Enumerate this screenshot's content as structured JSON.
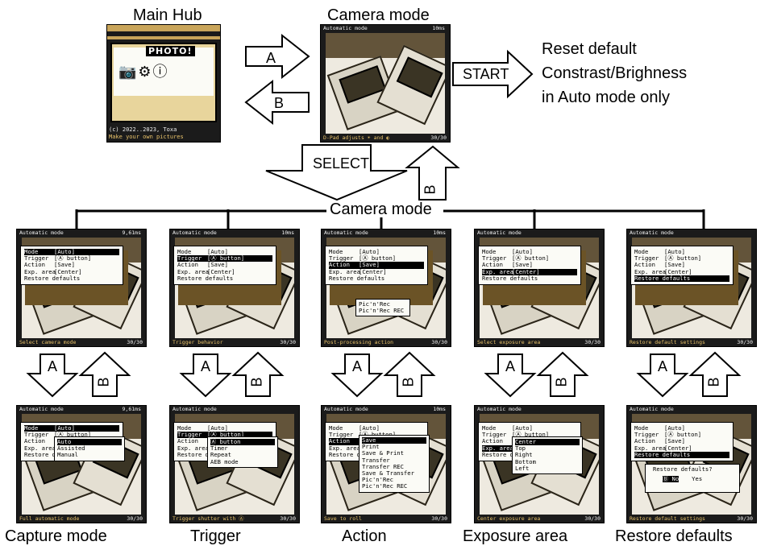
{
  "hub": {
    "title": "Main Hub",
    "logo": "PHOTO!",
    "footer_copyright": "(c) 2022..2023, Toxa",
    "footer_tagline": "Make your own pictures"
  },
  "camera": {
    "title": "Camera mode",
    "top_left": "Automatic mode",
    "top_right": "10ms",
    "bottom_left": "D-Pad adjusts ☀ and ◐",
    "bottom_right": "30/30"
  },
  "arrows": {
    "a": "A",
    "b": "B",
    "start": "START",
    "select": "SELECT"
  },
  "reset_note": [
    "Reset default",
    "Constrast/Brighness",
    "in Auto mode only"
  ],
  "camera_mode_label": "Camera mode",
  "menu": {
    "labels": [
      "Mode",
      "Trigger",
      "Action",
      "Exp. area",
      "Restore defaults"
    ],
    "values": [
      "[Auto]",
      "[Ⓐ button]",
      "[Save]",
      "[Center]",
      ""
    ]
  },
  "columns": [
    {
      "caption": "Capture mode",
      "top_right": "9,61ms",
      "hint": "Select camera mode",
      "count": "30/30",
      "sub_top_right": "9,61ms",
      "sub_hint": "Full automatic mode",
      "options": [
        "Auto",
        "Assisted",
        "Manual"
      ],
      "selected": 0
    },
    {
      "caption": "Trigger",
      "top_right": "10ms",
      "hint": "Trigger behavior",
      "count": "30/30",
      "sub_top_right": "",
      "sub_hint": "Trigger shutter with Ⓐ",
      "options": [
        "Ⓐ button",
        "Timer",
        "Repeat",
        "AEB mode"
      ],
      "selected": 0
    },
    {
      "caption": "Action",
      "top_right": "10ms",
      "hint": "Post-processing action",
      "count": "30/30",
      "sub_top_right": "10ms",
      "sub_hint": "Save to roll",
      "extra_lines": [
        "Pic'n'Rec",
        "Pic'n'Rec REC"
      ],
      "options": [
        "Save",
        "Print",
        "Save & Print",
        "Transfer",
        "Transfer REC",
        "Save & Transfer",
        "Pic'n'Rec",
        "Pic'n'Rec REC"
      ],
      "selected": 0
    },
    {
      "caption": "Exposure area",
      "top_right": "",
      "hint": "Select exposure area",
      "count": "30/30",
      "sub_top_right": "",
      "sub_hint": "Center exposure area",
      "options": [
        "Center",
        "Top",
        "Right",
        "Bottom",
        "Left"
      ],
      "selected": 0
    },
    {
      "caption": "Restore defaults",
      "top_right": "",
      "hint": "Restore default settings",
      "count": "30/30",
      "sub_top_right": "",
      "sub_hint": "Restore default settings",
      "dialog_question": "Restore defaults?",
      "dialog_no": "Ⓑ No",
      "dialog_yes": "Yes"
    }
  ]
}
